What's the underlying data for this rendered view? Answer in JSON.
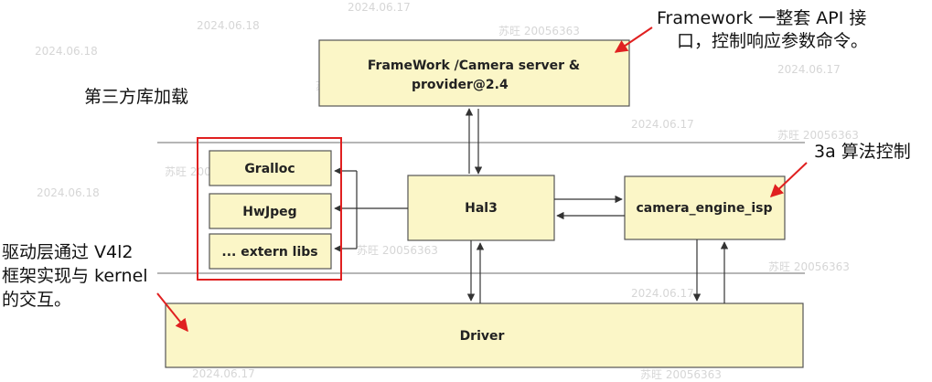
{
  "boxes": {
    "framework": {
      "line1": "FrameWork /Camera server &",
      "line2": "provider@2.4"
    },
    "gralloc": "Gralloc",
    "hwjpeg": "HwJpeg",
    "extern": "... extern libs",
    "hal3": "Hal3",
    "isp": "camera_engine_isp",
    "driver": "Driver"
  },
  "notes": {
    "framework": {
      "line1": "Framework 一整套 API 接",
      "line2": "口，控制响应参数命令。"
    },
    "thirdparty": "第三方库加载",
    "algo": "3a 算法控制",
    "driver": {
      "line1": "驱动层通过 V4l2",
      "line2": "框架实现与 kernel",
      "line3": "的交互。"
    }
  },
  "watermarks": {
    "date": "2024.06.17",
    "date_alt": "2024.06.18",
    "user": "苏旺 20056363"
  },
  "colors": {
    "box_fill": "#fbf6c7",
    "annotation": "#e02020"
  }
}
